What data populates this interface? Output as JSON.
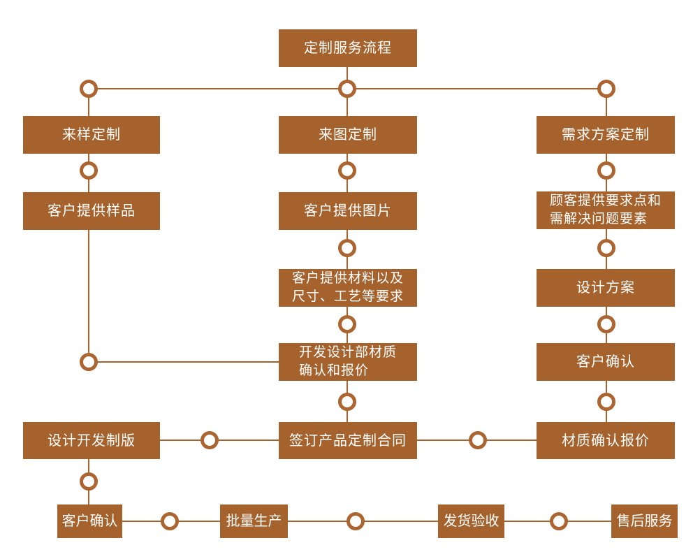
{
  "colors": {
    "box": "#A5622D",
    "ring": "#AC6530",
    "line": "#A5622D",
    "text": "#FFFFFF"
  },
  "nodes": {
    "root": "定制服务流程",
    "sample_custom": "来样定制",
    "image_custom": "来图定制",
    "demand_custom": "需求方案定制",
    "customer_sample": "客户提供样品",
    "customer_image": "客户提供图片",
    "customer_demand_points": "顾客提供要求点和\n需解决问题要素",
    "material_requirements": "客户提供材料以及\n尺寸、工艺等要求",
    "design_plan": "设计方案",
    "dev_material_quote": "开发设计部材质\n确认和报价",
    "customer_confirm_right": "客户确认",
    "design_dev_plate": "设计开发制版",
    "sign_contract": "签订产品定制合同",
    "material_confirm_quote": "材质确认报价",
    "customer_confirm_bottom": "客户确认",
    "batch_production": "批量生产",
    "delivery_inspection": "发货验收",
    "after_sales": "售后服务"
  }
}
